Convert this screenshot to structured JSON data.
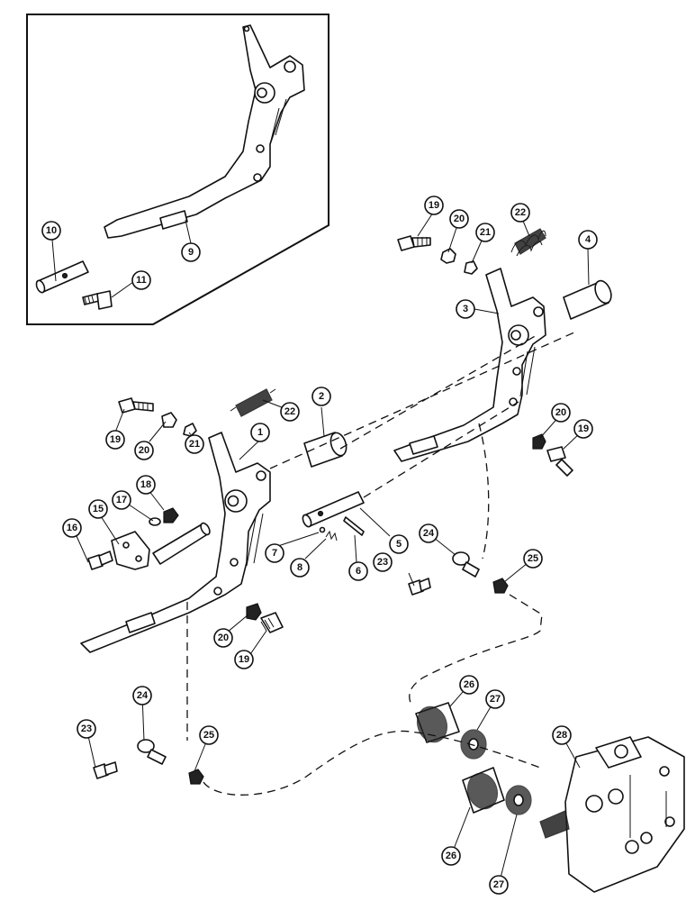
{
  "callouts": {
    "c1": "1",
    "c2": "2",
    "c3": "3",
    "c4": "4",
    "c5": "5",
    "c6": "6",
    "c7": "7",
    "c8": "8",
    "c9": "9",
    "c10": "10",
    "c11": "11",
    "c15": "15",
    "c16": "16",
    "c17": "17",
    "c18": "18",
    "c19a": "19",
    "c19b": "19",
    "c19c": "19",
    "c19d": "19",
    "c20a": "20",
    "c20b": "20",
    "c20c": "20",
    "c20d": "20",
    "c21a": "21",
    "c21b": "21",
    "c22a": "22",
    "c22b": "22",
    "c23a": "23",
    "c23b": "23",
    "c24a": "24",
    "c24b": "24",
    "c25a": "25",
    "c25b": "25",
    "c26a": "26",
    "c26b": "26",
    "c27a": "27",
    "c27b": "27",
    "c28": "28"
  }
}
